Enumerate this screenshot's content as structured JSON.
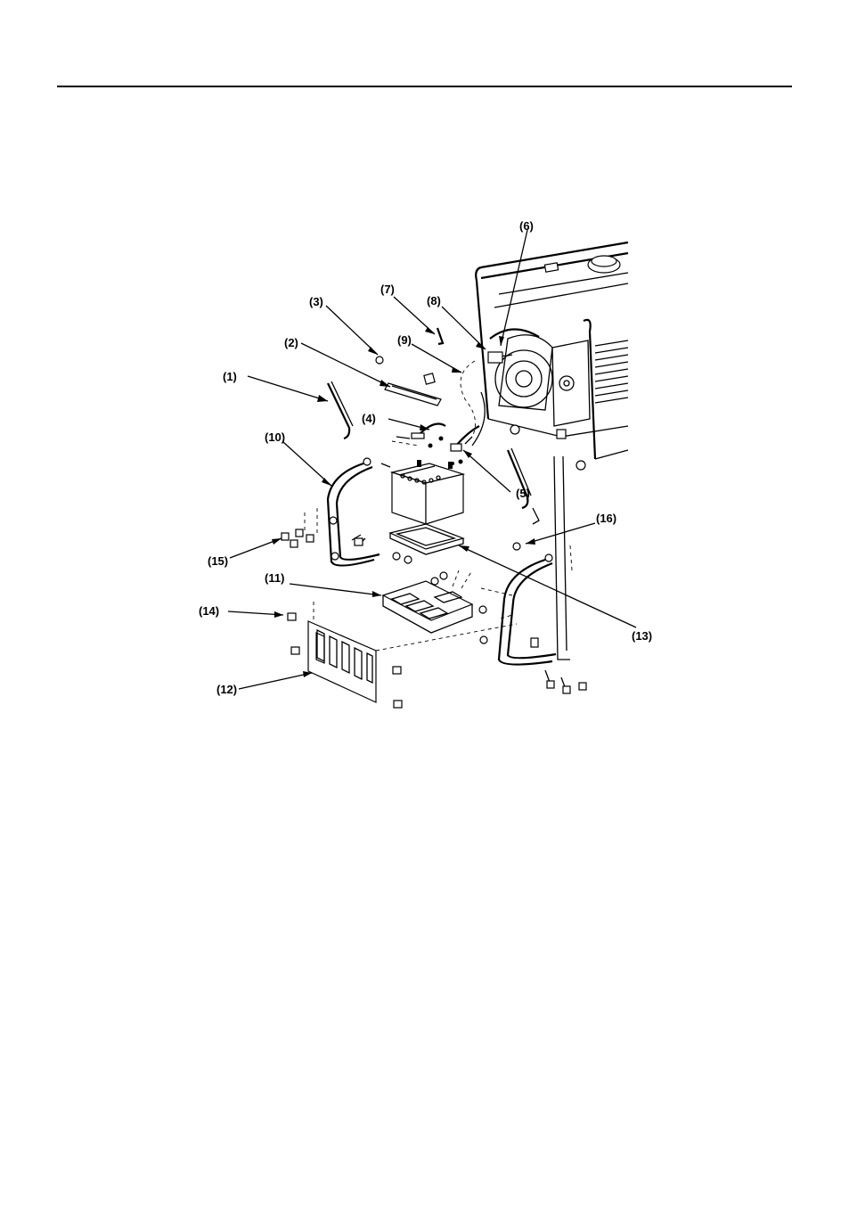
{
  "callouts": {
    "c1": "(1)",
    "c2": "(2)",
    "c3": "(3)",
    "c4": "(4)",
    "c5": "(5)",
    "c6": "(6)",
    "c7": "(7)",
    "c8": "(8)",
    "c9": "(9)",
    "c10": "(10)",
    "c11": "(11)",
    "c12": "(12)",
    "c13": "(13)",
    "c14": "(14)",
    "c15": "(15)",
    "c16": "(16)"
  }
}
